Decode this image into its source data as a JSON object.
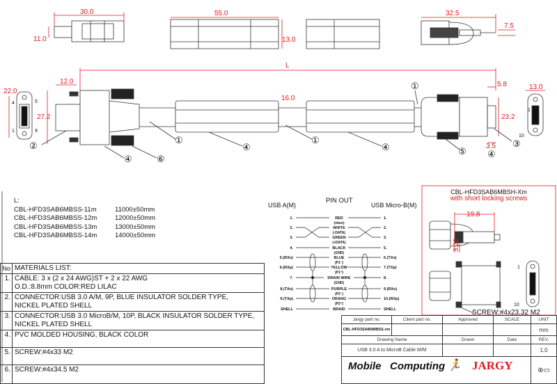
{
  "dimensions": {
    "top_left_len": "30.0",
    "top_left_h": "11.0",
    "housing_len": "55.0",
    "housing_h": "13.0",
    "top_right_len": "32.5",
    "top_right_h": "7.5",
    "overall": "L",
    "plug_len": "12.0",
    "endview_w": "22.0",
    "endview_h": "27.2",
    "cable_gap": "16.0",
    "right_5_8": "5.8",
    "right_23_2": "23.2",
    "right_3_5": "3.5",
    "right_end_w": "13.0"
  },
  "pin_labels": {
    "a4": "4",
    "a5": "5",
    "a1": "1",
    "a9": "9",
    "b1": "1",
    "b10": "10"
  },
  "callouts": {
    "c1": "①",
    "c2": "②",
    "c3": "③",
    "c4": "④",
    "c5": "⑤",
    "c6": "⑥"
  },
  "lengths": {
    "title": "L:",
    "rows": [
      {
        "part": "CBL-HFD3SAB6MBSS-11m",
        "len": "11000±50mm"
      },
      {
        "part": "CBL-HFD3SAB6MBSS-12m",
        "len": "12000±50mm"
      },
      {
        "part": "CBL-HFD3SAB6MBSS-13m",
        "len": "13000±50mm"
      },
      {
        "part": "CBL-HFD3SAB6MBSS-14m",
        "len": "14000±50mm"
      }
    ]
  },
  "pinout": {
    "title": "PIN OUT",
    "left_title": "USB A(M)",
    "right_title": "USB Micro-B(M)",
    "rows": [
      {
        "l": "1.",
        "c": "RED",
        "s": "(vbus)",
        "r": "1."
      },
      {
        "l": "2.",
        "c": "WHITE",
        "s": "(-DATA)",
        "r": "2."
      },
      {
        "l": "3.",
        "c": "GREEN",
        "s": "(+DATA)",
        "r": "3."
      },
      {
        "l": "4.",
        "c": "BLACK",
        "s": "(GND)",
        "r": "5."
      },
      {
        "l": "5.(RXn)",
        "c": "BLUE",
        "s": "(P1⁻)",
        "r": "6.(TXn)"
      },
      {
        "l": "6.(RXp)",
        "c": "YELLOW",
        "s": "(P1⁺)",
        "r": "7.(TXp)"
      },
      {
        "l": "7.",
        "c": "DRAIN WIRE",
        "s": "(GND)",
        "r": "8."
      },
      {
        "l": "8.(TXn)",
        "c": "PURPLE",
        "s": "(P2⁻)",
        "r": "9.(RXn)"
      },
      {
        "l": "9.(TXp)",
        "c": "ORANG",
        "s": "(P2⁺)",
        "r": "10.(RXp)"
      },
      {
        "l": "SHELL",
        "c": "BRAID",
        "s": "",
        "r": "SHELL"
      }
    ]
  },
  "variant": {
    "title": "CBL-HFD3SAB6MBSH-Xm",
    "subtitle": "with short locking screws",
    "dim_len": "19.8",
    "dim_h": "3.22",
    "screw": "SCREW:#4x23.32 M2",
    "pin1": "1",
    "pin10": "10"
  },
  "materials": {
    "no_header": "No",
    "header": "MATERIALS LIST:",
    "items": [
      {
        "no": "1.",
        "l1": "CABLE: 3 x (2 x 24 AWG)ST + 2 x 22 AWG",
        "l2": "O.D.:8.8mm COLOR:RED LILAC"
      },
      {
        "no": "2.",
        "l1": "CONNECTOR:USB 3.0 A/M, 9P, BLUE INSULATOR SOLDER TYPE,",
        "l2": "NICKEL PLATED SHELL"
      },
      {
        "no": "3.",
        "l1": "CONNECTOR:USB 3.0 MicroB/M, 10P, BLACK INSULATOR SOLDER TYPE,",
        "l2": "NICKEL PLATED SHELL"
      },
      {
        "no": "4.",
        "l1": "PVC MOLDED HOUSING, BLACK COLOR",
        "l2": ""
      },
      {
        "no": "5.",
        "l1": "SCREW:#4x33 M2",
        "l2": ""
      },
      {
        "no": "6.",
        "l1": "SCREW:#4x34.5 M2",
        "l2": ""
      }
    ]
  },
  "title_block": {
    "jargy_part_label": "Jargy part no.",
    "client_part_label": "Client part no.",
    "approved_label": "Approved",
    "scale_label": "SCALE",
    "unit_label": "UNIT",
    "jargy_part": "CBL-HFD3SAB6MBSS-xm",
    "unit": "mm",
    "drawing_name_label": "Drawing Name",
    "drawn_label": "Drawn",
    "date_label": "Date",
    "rev_label": "REV.",
    "drawing_name": "USB 3.0 A to MicroB Cable M/M",
    "rev": "1.0",
    "logo1": "Mobile",
    "logo2": "Computing",
    "logo3": "JARGY"
  },
  "colors": {
    "dimension": "#e0191b",
    "line": "#333333"
  }
}
